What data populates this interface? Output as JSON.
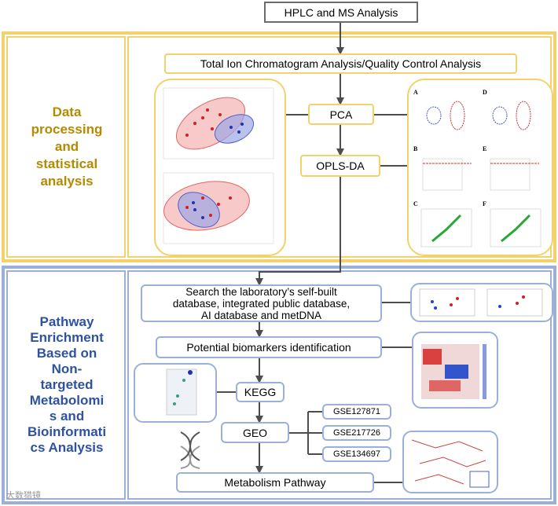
{
  "flow": {
    "hplc": "HPLC and MS Analysis",
    "tic": "Total Ion Chromatogram Analysis/Quality Control Analysis",
    "pca": "PCA",
    "oplsda": "OPLS-DA",
    "search_line1": "Search the laboratory’s self-built",
    "search_line2": "database, integrated public database,",
    "search_line3": "AI database and metDNA",
    "biomarkers": "Potential biomarkers identification",
    "kegg": "KEGG",
    "geo": "GEO",
    "gse1": "GSE127871",
    "gse2": "GSE217726",
    "gse3": "GSE134697",
    "pathway": "Metabolism Pathway"
  },
  "sections": {
    "top_label": [
      "Data",
      "processing",
      "and",
      "statistical",
      "analysis"
    ],
    "bottom_label": [
      "Pathway",
      "Enrichment",
      "Based on",
      "Non-",
      "targeted",
      "Metabolomi",
      "s and",
      "Bioinformati",
      "cs Analysis"
    ]
  },
  "panel_letters": [
    "A",
    "B",
    "C",
    "D",
    "E",
    "F"
  ],
  "watermark": "大数猎镜",
  "colors": {
    "gold_border": "#f2d36b",
    "gold_text": "#b58a00",
    "blue_border": "#9bb0d6",
    "blue_text": "#2f52a0",
    "arrow": "#4d4d4d"
  }
}
